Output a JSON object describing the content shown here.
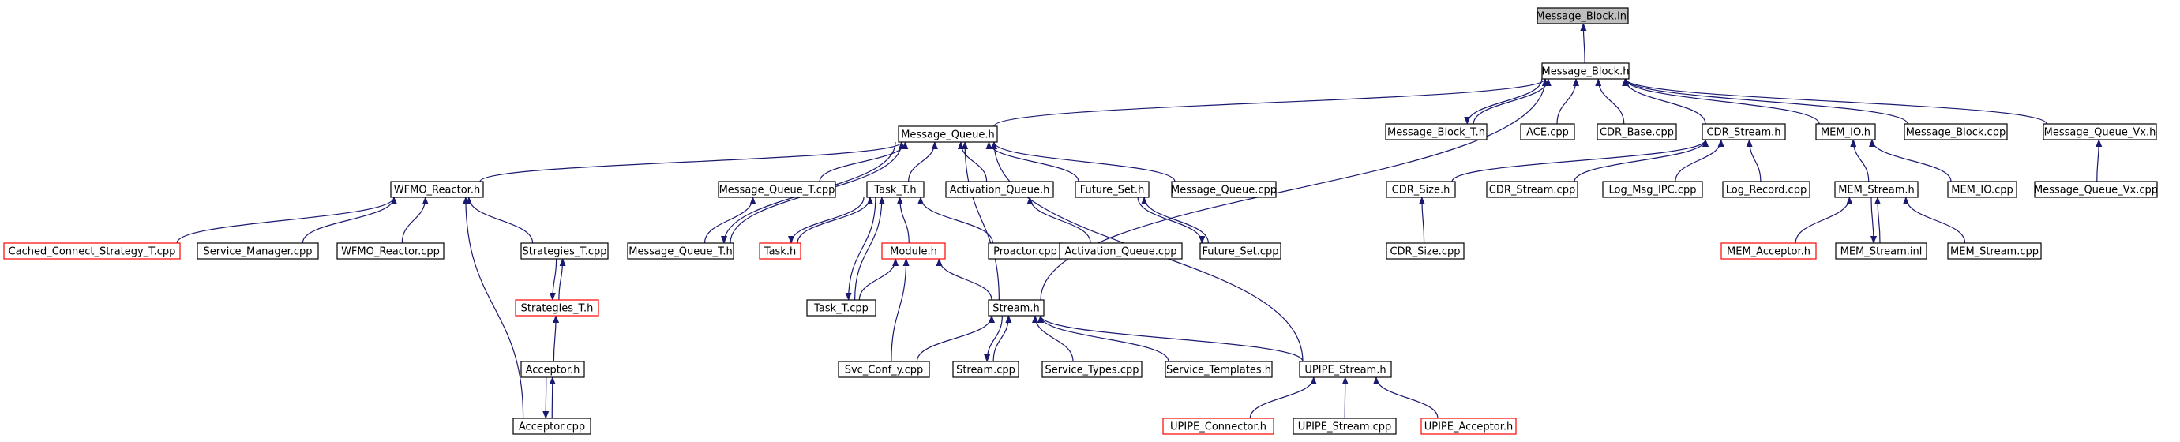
{
  "colors": {
    "edge": "#191970",
    "node_border": "#000000",
    "node_border_incomplete": "#ff0000",
    "root_fill": "#bfbfbf",
    "node_fill": "#ffffff"
  },
  "nodes": [
    {
      "id": "mb_inl",
      "label": "Message_Block.inl",
      "style": "root"
    },
    {
      "id": "mb_h",
      "label": "Message_Block.h",
      "style": "normal"
    },
    {
      "id": "mq_h",
      "label": "Message_Queue.h",
      "style": "normal"
    },
    {
      "id": "mbt_h",
      "label": "Message_Block_T.h",
      "style": "normal"
    },
    {
      "id": "ace_cpp",
      "label": "ACE.cpp",
      "style": "normal"
    },
    {
      "id": "cdrb_cpp",
      "label": "CDR_Base.cpp",
      "style": "normal"
    },
    {
      "id": "cdrs_h",
      "label": "CDR_Stream.h",
      "style": "normal"
    },
    {
      "id": "memio_h",
      "label": "MEM_IO.h",
      "style": "normal"
    },
    {
      "id": "mb_cpp",
      "label": "Message_Block.cpp",
      "style": "normal"
    },
    {
      "id": "mqvx_h",
      "label": "Message_Queue_Vx.h",
      "style": "normal"
    },
    {
      "id": "wfmo_h",
      "label": "WFMO_Reactor.h",
      "style": "normal"
    },
    {
      "id": "mqt_cpp",
      "label": "Message_Queue_T.cpp",
      "style": "normal"
    },
    {
      "id": "taskt_h",
      "label": "Task_T.h",
      "style": "normal"
    },
    {
      "id": "actq_h",
      "label": "Activation_Queue.h",
      "style": "normal"
    },
    {
      "id": "fset_h",
      "label": "Future_Set.h",
      "style": "normal"
    },
    {
      "id": "mq_cpp",
      "label": "Message_Queue.cpp",
      "style": "normal"
    },
    {
      "id": "cdrsz_h",
      "label": "CDR_Size.h",
      "style": "normal"
    },
    {
      "id": "cdrs_cpp",
      "label": "CDR_Stream.cpp",
      "style": "normal"
    },
    {
      "id": "logipc_cpp",
      "label": "Log_Msg_IPC.cpp",
      "style": "normal"
    },
    {
      "id": "logrec_cpp",
      "label": "Log_Record.cpp",
      "style": "normal"
    },
    {
      "id": "mems_h",
      "label": "MEM_Stream.h",
      "style": "normal"
    },
    {
      "id": "memio_cpp",
      "label": "MEM_IO.cpp",
      "style": "normal"
    },
    {
      "id": "mqvx_cpp",
      "label": "Message_Queue_Vx.cpp",
      "style": "normal"
    },
    {
      "id": "ccst_cpp",
      "label": "Cached_Connect_Strategy_T.cpp",
      "style": "incomplete"
    },
    {
      "id": "svcmgr_cpp",
      "label": "Service_Manager.cpp",
      "style": "normal"
    },
    {
      "id": "wfmo_cpp",
      "label": "WFMO_Reactor.cpp",
      "style": "normal"
    },
    {
      "id": "strat_cpp",
      "label": "Strategies_T.cpp",
      "style": "normal"
    },
    {
      "id": "mqt_h",
      "label": "Message_Queue_T.h",
      "style": "normal"
    },
    {
      "id": "task_h",
      "label": "Task.h",
      "style": "incomplete"
    },
    {
      "id": "module_h",
      "label": "Module.h",
      "style": "incomplete"
    },
    {
      "id": "proactor_cpp",
      "label": "Proactor.cpp",
      "style": "normal"
    },
    {
      "id": "actq_cpp",
      "label": "Activation_Queue.cpp",
      "style": "normal"
    },
    {
      "id": "fset_cpp",
      "label": "Future_Set.cpp",
      "style": "normal"
    },
    {
      "id": "cdrsz_cpp",
      "label": "CDR_Size.cpp",
      "style": "normal"
    },
    {
      "id": "memacc_h",
      "label": "MEM_Acceptor.h",
      "style": "incomplete"
    },
    {
      "id": "mems_inl",
      "label": "MEM_Stream.inl",
      "style": "normal"
    },
    {
      "id": "mems_cpp",
      "label": "MEM_Stream.cpp",
      "style": "normal"
    },
    {
      "id": "strat_h",
      "label": "Strategies_T.h",
      "style": "incomplete"
    },
    {
      "id": "taskt_cpp",
      "label": "Task_T.cpp",
      "style": "normal"
    },
    {
      "id": "stream_h",
      "label": "Stream.h",
      "style": "normal"
    },
    {
      "id": "acc_h",
      "label": "Acceptor.h",
      "style": "normal"
    },
    {
      "id": "svcconf_cpp",
      "label": "Svc_Conf_y.cpp",
      "style": "normal"
    },
    {
      "id": "stream_cpp",
      "label": "Stream.cpp",
      "style": "normal"
    },
    {
      "id": "svctypes_cpp",
      "label": "Service_Types.cpp",
      "style": "normal"
    },
    {
      "id": "svctmpl_h",
      "label": "Service_Templates.h",
      "style": "normal"
    },
    {
      "id": "upipe_h",
      "label": "UPIPE_Stream.h",
      "style": "normal"
    },
    {
      "id": "acc_cpp",
      "label": "Acceptor.cpp",
      "style": "normal"
    },
    {
      "id": "upconn_h",
      "label": "UPIPE_Connector.h",
      "style": "incomplete"
    },
    {
      "id": "upipe_cpp",
      "label": "UPIPE_Stream.cpp",
      "style": "normal"
    },
    {
      "id": "upacc_h",
      "label": "UPIPE_Acceptor.h",
      "style": "incomplete"
    }
  ],
  "edges": [
    [
      "mb_h",
      "mb_inl"
    ],
    [
      "mq_h",
      "mb_h"
    ],
    [
      "mbt_h",
      "mb_h"
    ],
    [
      "ace_cpp",
      "mb_h"
    ],
    [
      "cdrb_cpp",
      "mb_h"
    ],
    [
      "cdrs_h",
      "mb_h"
    ],
    [
      "memio_h",
      "mb_h"
    ],
    [
      "mb_cpp",
      "mb_h"
    ],
    [
      "mqvx_h",
      "mb_h"
    ],
    [
      "stream_h",
      "mb_h"
    ],
    [
      "mb_h",
      "mbt_h"
    ],
    [
      "wfmo_h",
      "mq_h"
    ],
    [
      "mqt_cpp",
      "mq_h"
    ],
    [
      "taskt_h",
      "mq_h"
    ],
    [
      "actq_h",
      "mq_h"
    ],
    [
      "fset_h",
      "mq_h"
    ],
    [
      "mq_cpp",
      "mq_h"
    ],
    [
      "mqt_h",
      "mq_h"
    ],
    [
      "upipe_h",
      "mq_h"
    ],
    [
      "stream_h",
      "mq_h"
    ],
    [
      "mq_h",
      "mqt_h"
    ],
    [
      "ccst_cpp",
      "wfmo_h"
    ],
    [
      "svcmgr_cpp",
      "wfmo_h"
    ],
    [
      "wfmo_cpp",
      "wfmo_h"
    ],
    [
      "strat_cpp",
      "wfmo_h"
    ],
    [
      "acc_cpp",
      "wfmo_h"
    ],
    [
      "mqt_h",
      "mqt_cpp"
    ],
    [
      "task_h",
      "taskt_h"
    ],
    [
      "module_h",
      "taskt_h"
    ],
    [
      "proactor_cpp",
      "taskt_h"
    ],
    [
      "taskt_cpp",
      "taskt_h"
    ],
    [
      "taskt_h",
      "task_h"
    ],
    [
      "taskt_h",
      "taskt_cpp"
    ],
    [
      "actq_cpp",
      "actq_h"
    ],
    [
      "fset_cpp",
      "fset_h"
    ],
    [
      "fset_h",
      "fset_cpp"
    ],
    [
      "cdrsz_h",
      "cdrs_h"
    ],
    [
      "cdrs_cpp",
      "cdrs_h"
    ],
    [
      "logipc_cpp",
      "cdrs_h"
    ],
    [
      "logrec_cpp",
      "cdrs_h"
    ],
    [
      "cdrsz_cpp",
      "cdrsz_h"
    ],
    [
      "mems_h",
      "memio_h"
    ],
    [
      "memio_cpp",
      "memio_h"
    ],
    [
      "memacc_h",
      "mems_h"
    ],
    [
      "mems_inl",
      "mems_h"
    ],
    [
      "mems_cpp",
      "mems_h"
    ],
    [
      "mems_h",
      "mems_inl"
    ],
    [
      "mqvx_cpp",
      "mqvx_h"
    ],
    [
      "strat_h",
      "strat_cpp"
    ],
    [
      "strat_cpp",
      "strat_h"
    ],
    [
      "acc_h",
      "strat_h"
    ],
    [
      "taskt_cpp",
      "module_h"
    ],
    [
      "stream_h",
      "module_h"
    ],
    [
      "svcconf_cpp",
      "module_h"
    ],
    [
      "svcconf_cpp",
      "stream_h"
    ],
    [
      "stream_cpp",
      "stream_h"
    ],
    [
      "svctypes_cpp",
      "stream_h"
    ],
    [
      "svctmpl_h",
      "stream_h"
    ],
    [
      "upipe_h",
      "stream_h"
    ],
    [
      "stream_h",
      "stream_cpp"
    ],
    [
      "acc_cpp",
      "acc_h"
    ],
    [
      "acc_h",
      "acc_cpp"
    ],
    [
      "upconn_h",
      "upipe_h"
    ],
    [
      "upipe_cpp",
      "upipe_h"
    ],
    [
      "upacc_h",
      "upipe_h"
    ]
  ]
}
